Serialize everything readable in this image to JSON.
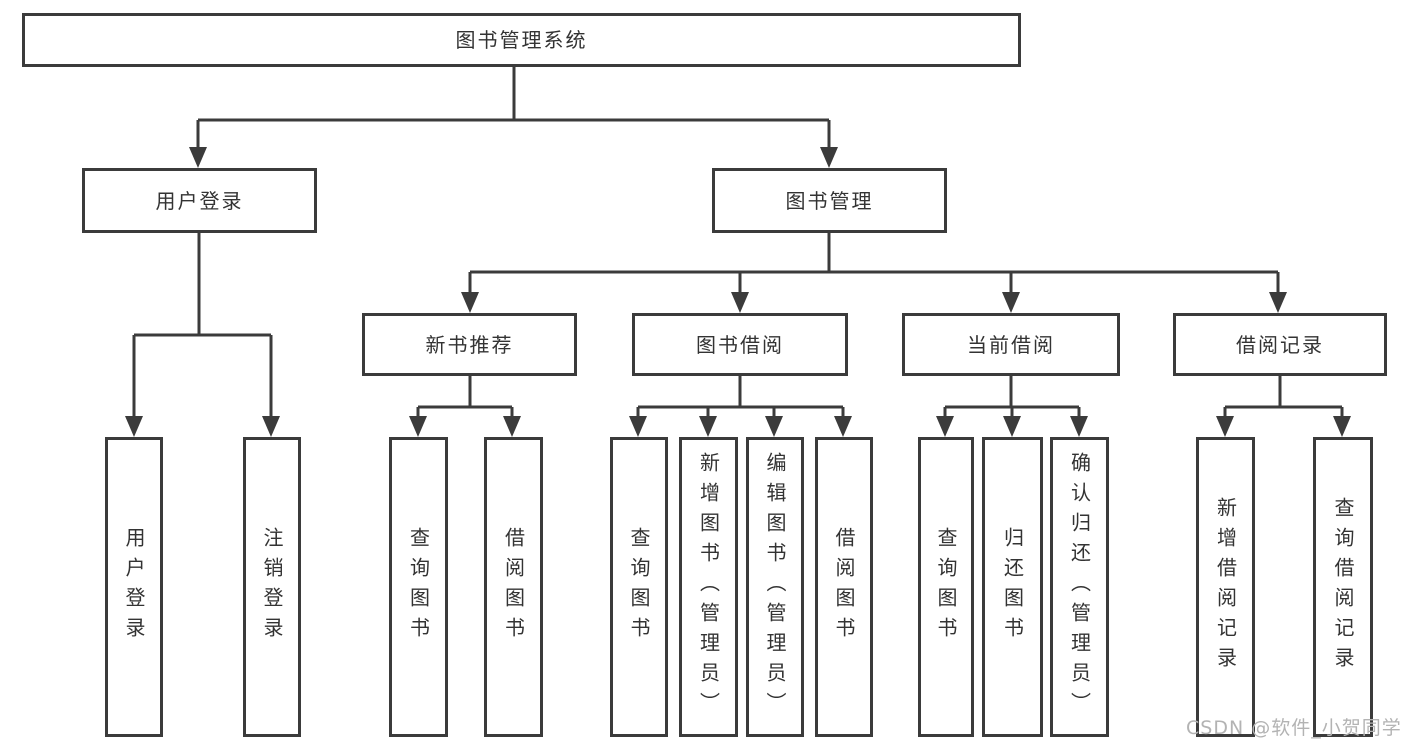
{
  "title": {
    "label": "图书管理系统"
  },
  "nodes": {
    "level2": {
      "login": "用户登录",
      "manage": "图书管理"
    },
    "level3": {
      "recommend": "新书推荐",
      "borrow": "图书借阅",
      "current": "当前借阅",
      "records": "借阅记录"
    },
    "leaves": {
      "login": [
        "用户登录",
        "注销登录"
      ],
      "recommend": [
        "查询图书",
        "借阅图书"
      ],
      "borrow": [
        "查询图书",
        "新增图书（管理员）",
        "编辑图书（管理员）",
        "借阅图书"
      ],
      "current": [
        "查询图书",
        "归还图书",
        "确认归还（管理员）"
      ],
      "records": [
        "新增借阅记录",
        "查询借阅记录"
      ]
    }
  },
  "watermark": "CSDN @软件_小贺同学",
  "colors": {
    "line": "#3b3b3b",
    "text": "#333333",
    "background": "#ffffff",
    "watermark": "#b3b3b3"
  }
}
